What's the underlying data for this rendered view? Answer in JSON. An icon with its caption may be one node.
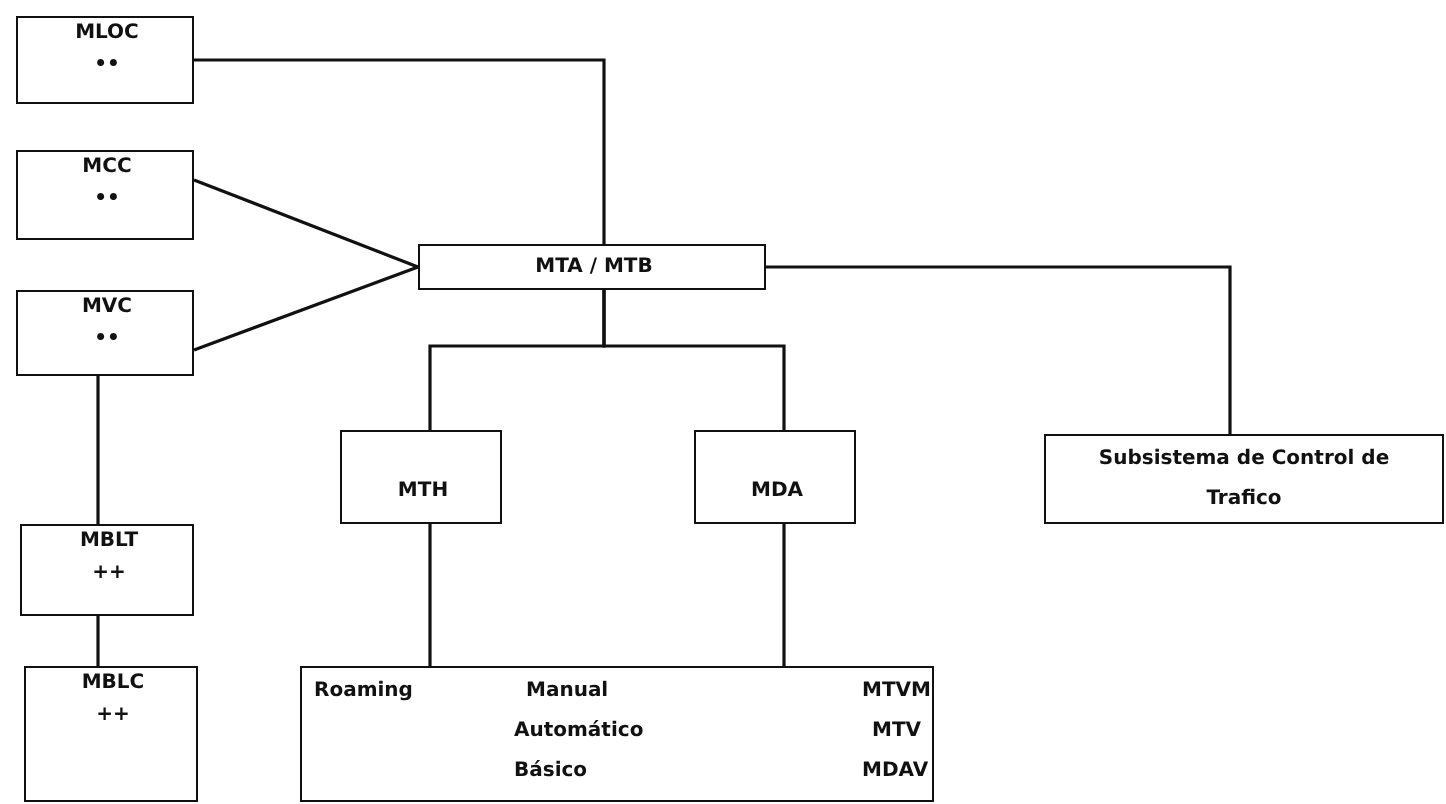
{
  "diagram": {
    "nodes": [
      {
        "text": [
          "MLOC",
          "••"
        ]
      },
      {
        "text": [
          "MCC",
          "••"
        ]
      },
      {
        "text": [
          "MVC",
          "••"
        ]
      },
      {
        "text": [
          "MTA / MTB"
        ]
      },
      {
        "text": [
          "MBLT",
          "++"
        ]
      },
      {
        "text": [
          "MTH"
        ]
      },
      {
        "text": [
          "MDA"
        ]
      },
      {
        "text": [
          "Subsistema de Control de Trafico"
        ]
      },
      {
        "text": [
          "MBLC",
          "++"
        ]
      },
      {
        "text": [
          "Roaming",
          "Manual",
          "MTVM",
          "Automático",
          "MTV",
          "Básico",
          "MDAV"
        ]
      }
    ],
    "edges": [
      {
        "from": 0,
        "to": 3,
        "arrow": "none"
      },
      {
        "from": 1,
        "to": 3,
        "arrow": "none"
      },
      {
        "from": 2,
        "to": 3,
        "arrow": "none"
      },
      {
        "from": 3,
        "to": 5,
        "arrow": "none"
      },
      {
        "from": 3,
        "to": 6,
        "arrow": "none"
      },
      {
        "from": 3,
        "to": 7,
        "arrow": "none"
      },
      {
        "from": 2,
        "to": 4,
        "arrow": "none"
      },
      {
        "from": 4,
        "to": 8,
        "arrow": "none"
      },
      {
        "from": 5,
        "to": 9,
        "arrow": "none"
      },
      {
        "from": 6,
        "to": 9,
        "arrow": "none"
      }
    ]
  }
}
